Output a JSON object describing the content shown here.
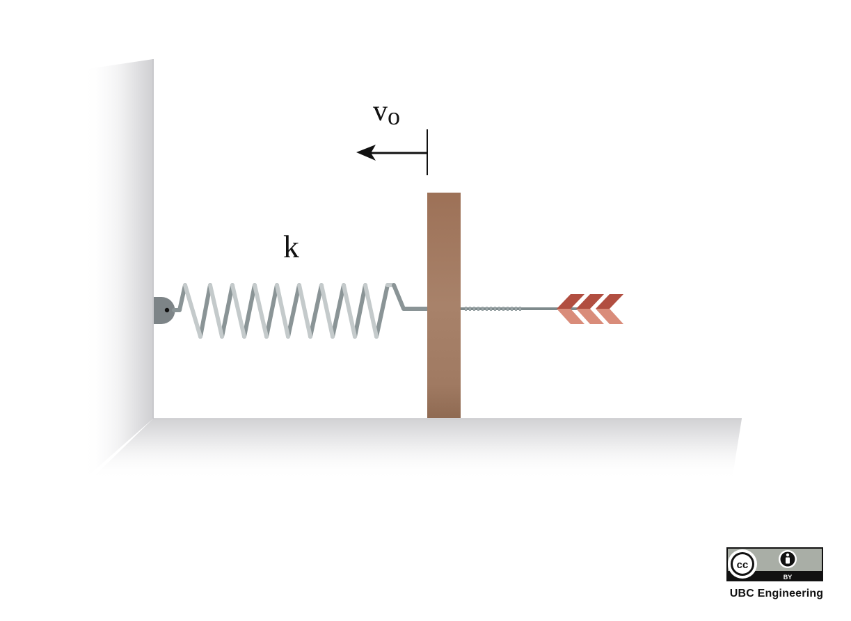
{
  "labels": {
    "velocity": "v",
    "velocity_subscript": "o",
    "spring_constant": "k"
  },
  "license": {
    "cc_text": "cc",
    "by_text": "BY",
    "credit": "UBC Engineering"
  },
  "colors": {
    "block": "#a67c62",
    "spring_light": "#c4cacb",
    "spring_dark": "#8a9496",
    "fletching_dark": "#b14e40",
    "fletching_light": "#d98c7a",
    "wall_shade": "#d6d6d8",
    "mount": "#7d8487"
  },
  "icons": {
    "arrow": "arrow-left-icon",
    "cc": "creative-commons-icon",
    "by": "attribution-person-icon"
  }
}
